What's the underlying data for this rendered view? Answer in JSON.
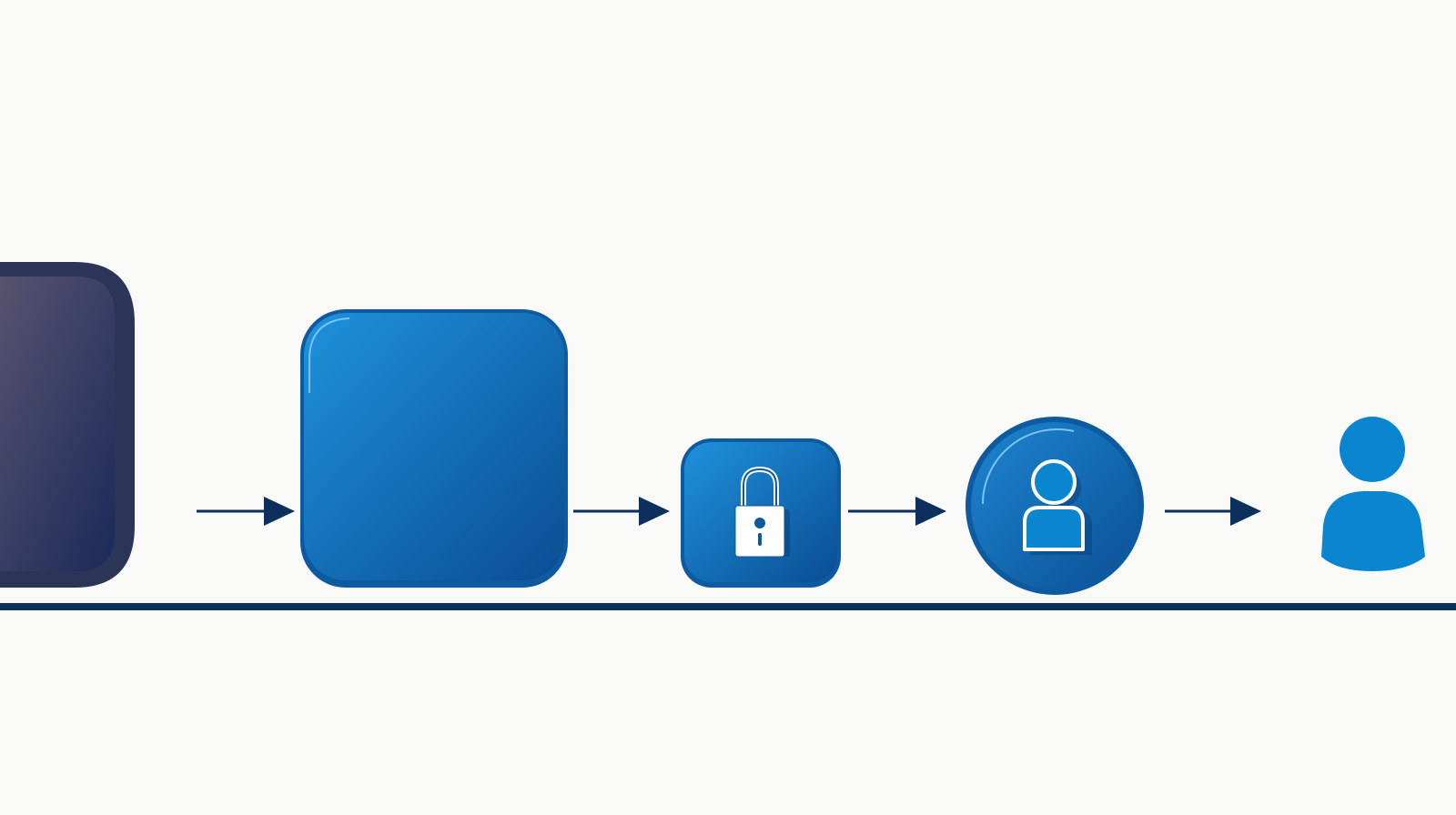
{
  "diagram": {
    "nodes": [
      {
        "id": "node-1",
        "shape": "rounded-square",
        "icon": "none",
        "fill_top": "#555a75",
        "fill_bottom": "#1c2a55",
        "border": "#2a3558"
      },
      {
        "id": "node-2",
        "shape": "rounded-square",
        "icon": "none",
        "fill_top": "#1e8fd8",
        "fill_bottom": "#0a4f93",
        "border": "#0e5aa0"
      },
      {
        "id": "node-3",
        "shape": "rounded-square",
        "icon": "lock-icon",
        "fill_top": "#1e8fd8",
        "fill_bottom": "#0a4f93",
        "border": "#0e5aa0"
      },
      {
        "id": "node-4",
        "shape": "circle",
        "icon": "user-icon",
        "fill_top": "#1d7fc8",
        "fill_bottom": "#0a4f93",
        "border": "#0e5aa0"
      },
      {
        "id": "node-5",
        "shape": "none",
        "icon": "person-icon",
        "fill_top": "#0a86d0",
        "fill_bottom": "#0a86d0",
        "border": "none"
      }
    ],
    "connectors": [
      {
        "from": "node-1",
        "to": "node-2",
        "style": "arrow"
      },
      {
        "from": "node-2",
        "to": "node-3",
        "style": "arrow"
      },
      {
        "from": "node-3",
        "to": "node-4",
        "style": "arrow"
      },
      {
        "from": "node-4",
        "to": "node-5",
        "style": "arrow"
      }
    ],
    "baseline": {
      "style": "solid",
      "color": "#0d2f5e"
    },
    "colors": {
      "background": "#f9f9f7",
      "arrow": "#0d2f5e"
    }
  }
}
